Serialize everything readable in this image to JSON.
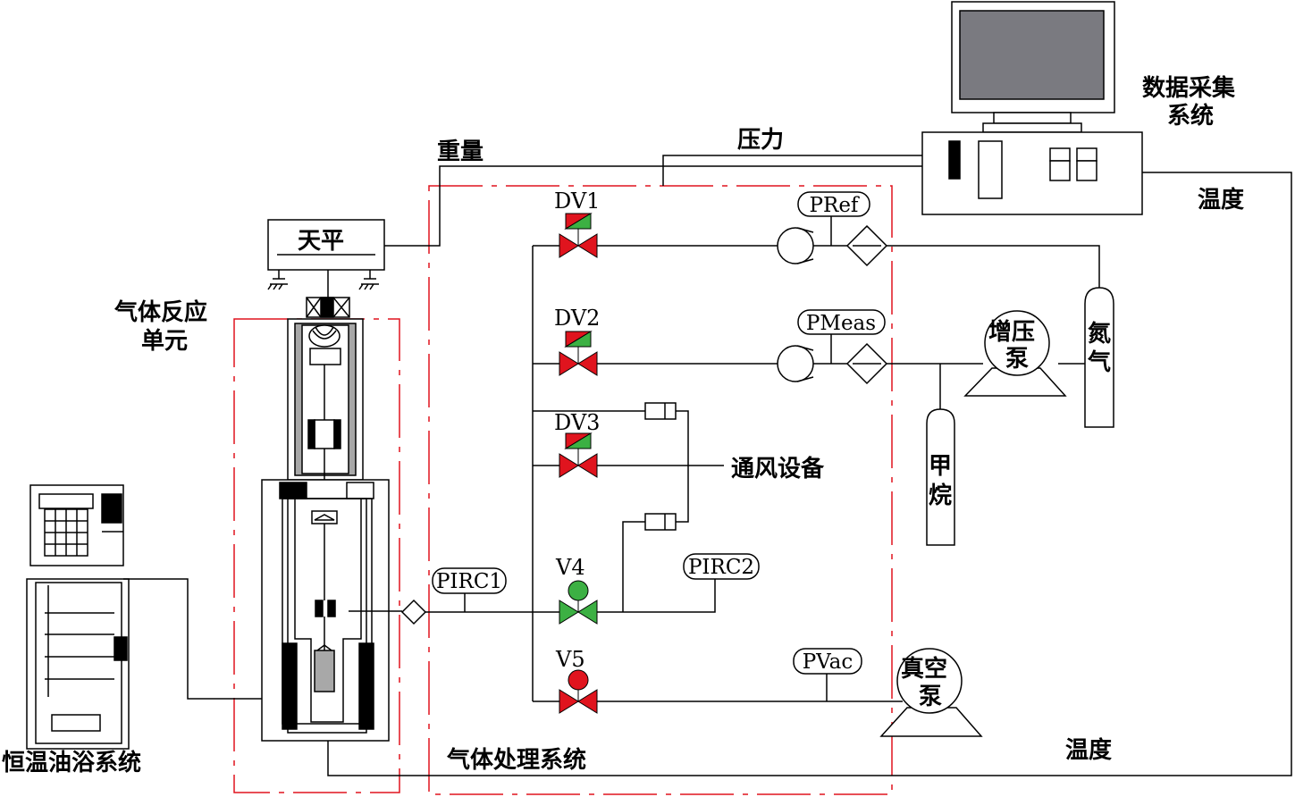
{
  "labels": {
    "weight": "重量",
    "pressure": "压力",
    "temperature_top": "温度",
    "temperature_bottom": "温度",
    "data_acq_line1": "数据采集",
    "data_acq_line2": "系统",
    "balance": "天平",
    "reactor_line1": "气体反应",
    "reactor_line2": "单元",
    "oil_bath": "恒温油浴系统",
    "gas_system": "气体处理系统",
    "vent": "通风设备",
    "booster_line1": "增压",
    "booster_line2": "泵",
    "vacuum_line1": "真空",
    "vacuum_line2": "泵",
    "nitrogen_line1": "氮",
    "nitrogen_line2": "气",
    "methane_line1": "甲",
    "methane_line2": "烷"
  },
  "valves": {
    "dv1": "DV1",
    "dv2": "DV2",
    "dv3": "DV3",
    "v4": "V4",
    "v5": "V5"
  },
  "instruments": {
    "pref": "PRef",
    "pmeas": "PMeas",
    "pirc1": "PIRC1",
    "pirc2": "PIRC2",
    "pvac": "PVac"
  },
  "colors": {
    "boundary": "#e0141e",
    "valve_red": "#e0141e",
    "valve_green": "#3cb043",
    "monitor_screen": "#7a7a80",
    "sample_gray": "#a8a8a8"
  }
}
